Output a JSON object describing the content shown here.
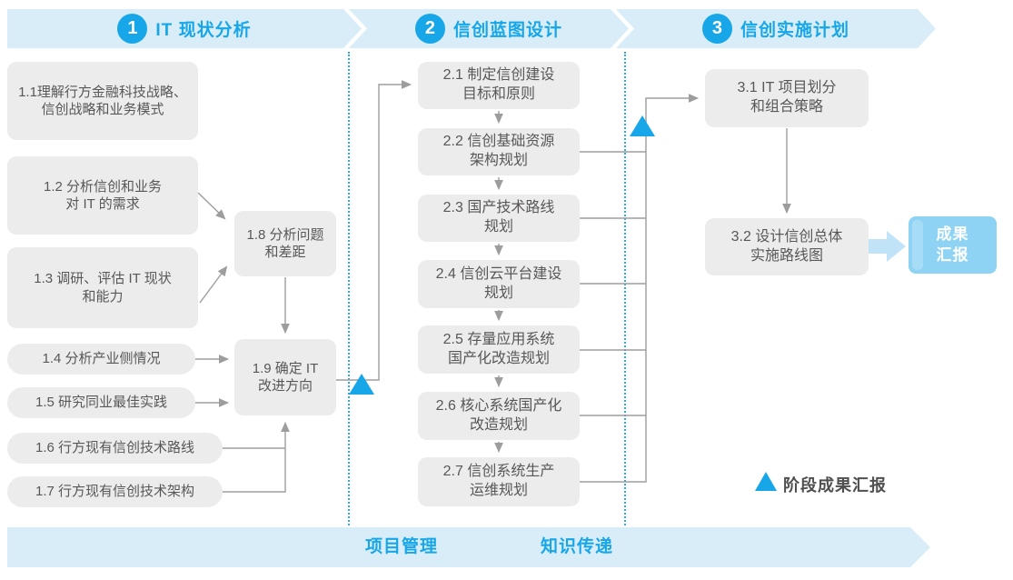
{
  "phases": [
    {
      "number": "1",
      "title": "IT 现状分析"
    },
    {
      "number": "2",
      "title": "信创蓝图设计"
    },
    {
      "number": "3",
      "title": "信创实施计划"
    }
  ],
  "phase1_boxes": {
    "b1": "1.1理解行方金融科技战略、\n信创战略和业务模式",
    "b2": "1.2 分析信创和业务\n对 IT 的需求",
    "b3": "1.3 调研、评估 IT 现状\n和能力",
    "b4": "1.4 分析产业侧情况",
    "b5": "1.5 研究同业最佳实践",
    "b6": "1.6 行方现有信创技术路线",
    "b7": "1.7 行方现有信创技术架构",
    "b8": "1.8 分析问题\n和差距",
    "b9": "1.9 确定 IT\n改进方向"
  },
  "phase2_boxes": {
    "b1": "2.1 制定信创建设\n目标和原则",
    "b2": "2.2 信创基础资源\n架构规划",
    "b3": "2.3 国产技术路线\n规划",
    "b4": "2.4 信创云平台建设\n规划",
    "b5": "2.5 存量应用系统\n国产化改造规划",
    "b6": "2.6 核心系统国产化\n改造规划",
    "b7": "2.7 信创系统生产\n运维规划"
  },
  "phase3_boxes": {
    "b1": "3.1 IT 项目划分\n和组合策略",
    "b2": "3.2 设计信创总体\n实施路线图"
  },
  "result_box": "成果\n汇报",
  "legend": {
    "milestone_label": "阶段成果汇报"
  },
  "footer": {
    "left_label": "项目管理",
    "right_label": "知识传递"
  },
  "colors": {
    "accent_blue": "#17a6e8",
    "banner_bg": "#d9edf8",
    "box_bg": "#ececec",
    "box_text": "#595757",
    "connector_gray": "#9d9d9d",
    "result_box_bg": "#8ed3f4",
    "thick_arrow": "#c0e3f8"
  }
}
